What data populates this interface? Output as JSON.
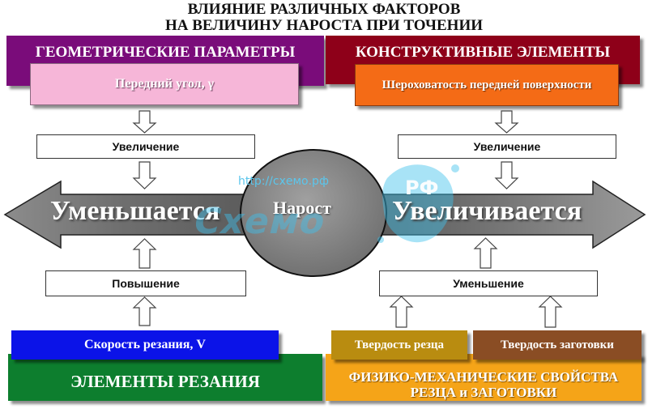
{
  "title": {
    "line1": "ВЛИЯНИЕ РАЗЛИЧНЫХ ФАКТОРОВ",
    "line2": "НА ВЕЛИЧИНУ НАРОСТА ПРИ ТОЧЕНИИ"
  },
  "geometric": {
    "header": "ГЕОМЕТРИЧЕСКИЕ ПАРАМЕТРЫ",
    "factor": "Передний угол, γ",
    "change": "Увеличение"
  },
  "constructive": {
    "header": "КОНСТРУКТИВНЫЕ ЭЛЕМЕНТЫ",
    "factor": "Шероховатость передней поверхности",
    "change": "Увеличение"
  },
  "center": {
    "label": "Нарост",
    "left_effect": "Уменьшается",
    "right_effect": "Увеличивается"
  },
  "cutting": {
    "header": "ЭЛЕМЕНТЫ РЕЗАНИЯ",
    "factor": "Скорость резания, V",
    "change": "Повышение"
  },
  "physmech": {
    "header": "ФИЗИКО-МЕХАНИЧЕСКИЕ СВОЙСТВА РЕЗЦА и ЗАГОТОВКИ",
    "factor_tool": "Твердость резца",
    "factor_work": "Твердость заготовки",
    "change": "Уменьшение"
  },
  "watermark": {
    "url": "http://схемо.рф",
    "word": "Схемо",
    "badge": "РФ"
  },
  "colors": {
    "purple": "#7a0c7a",
    "darkred": "#8e0019",
    "pink": "#f6b6d8",
    "orange": "#f46b16",
    "blue": "#0b13e8",
    "green": "#0d7e2e",
    "gold": "#b98c10",
    "brown": "#8a4d24",
    "amber": "#f5a418"
  }
}
